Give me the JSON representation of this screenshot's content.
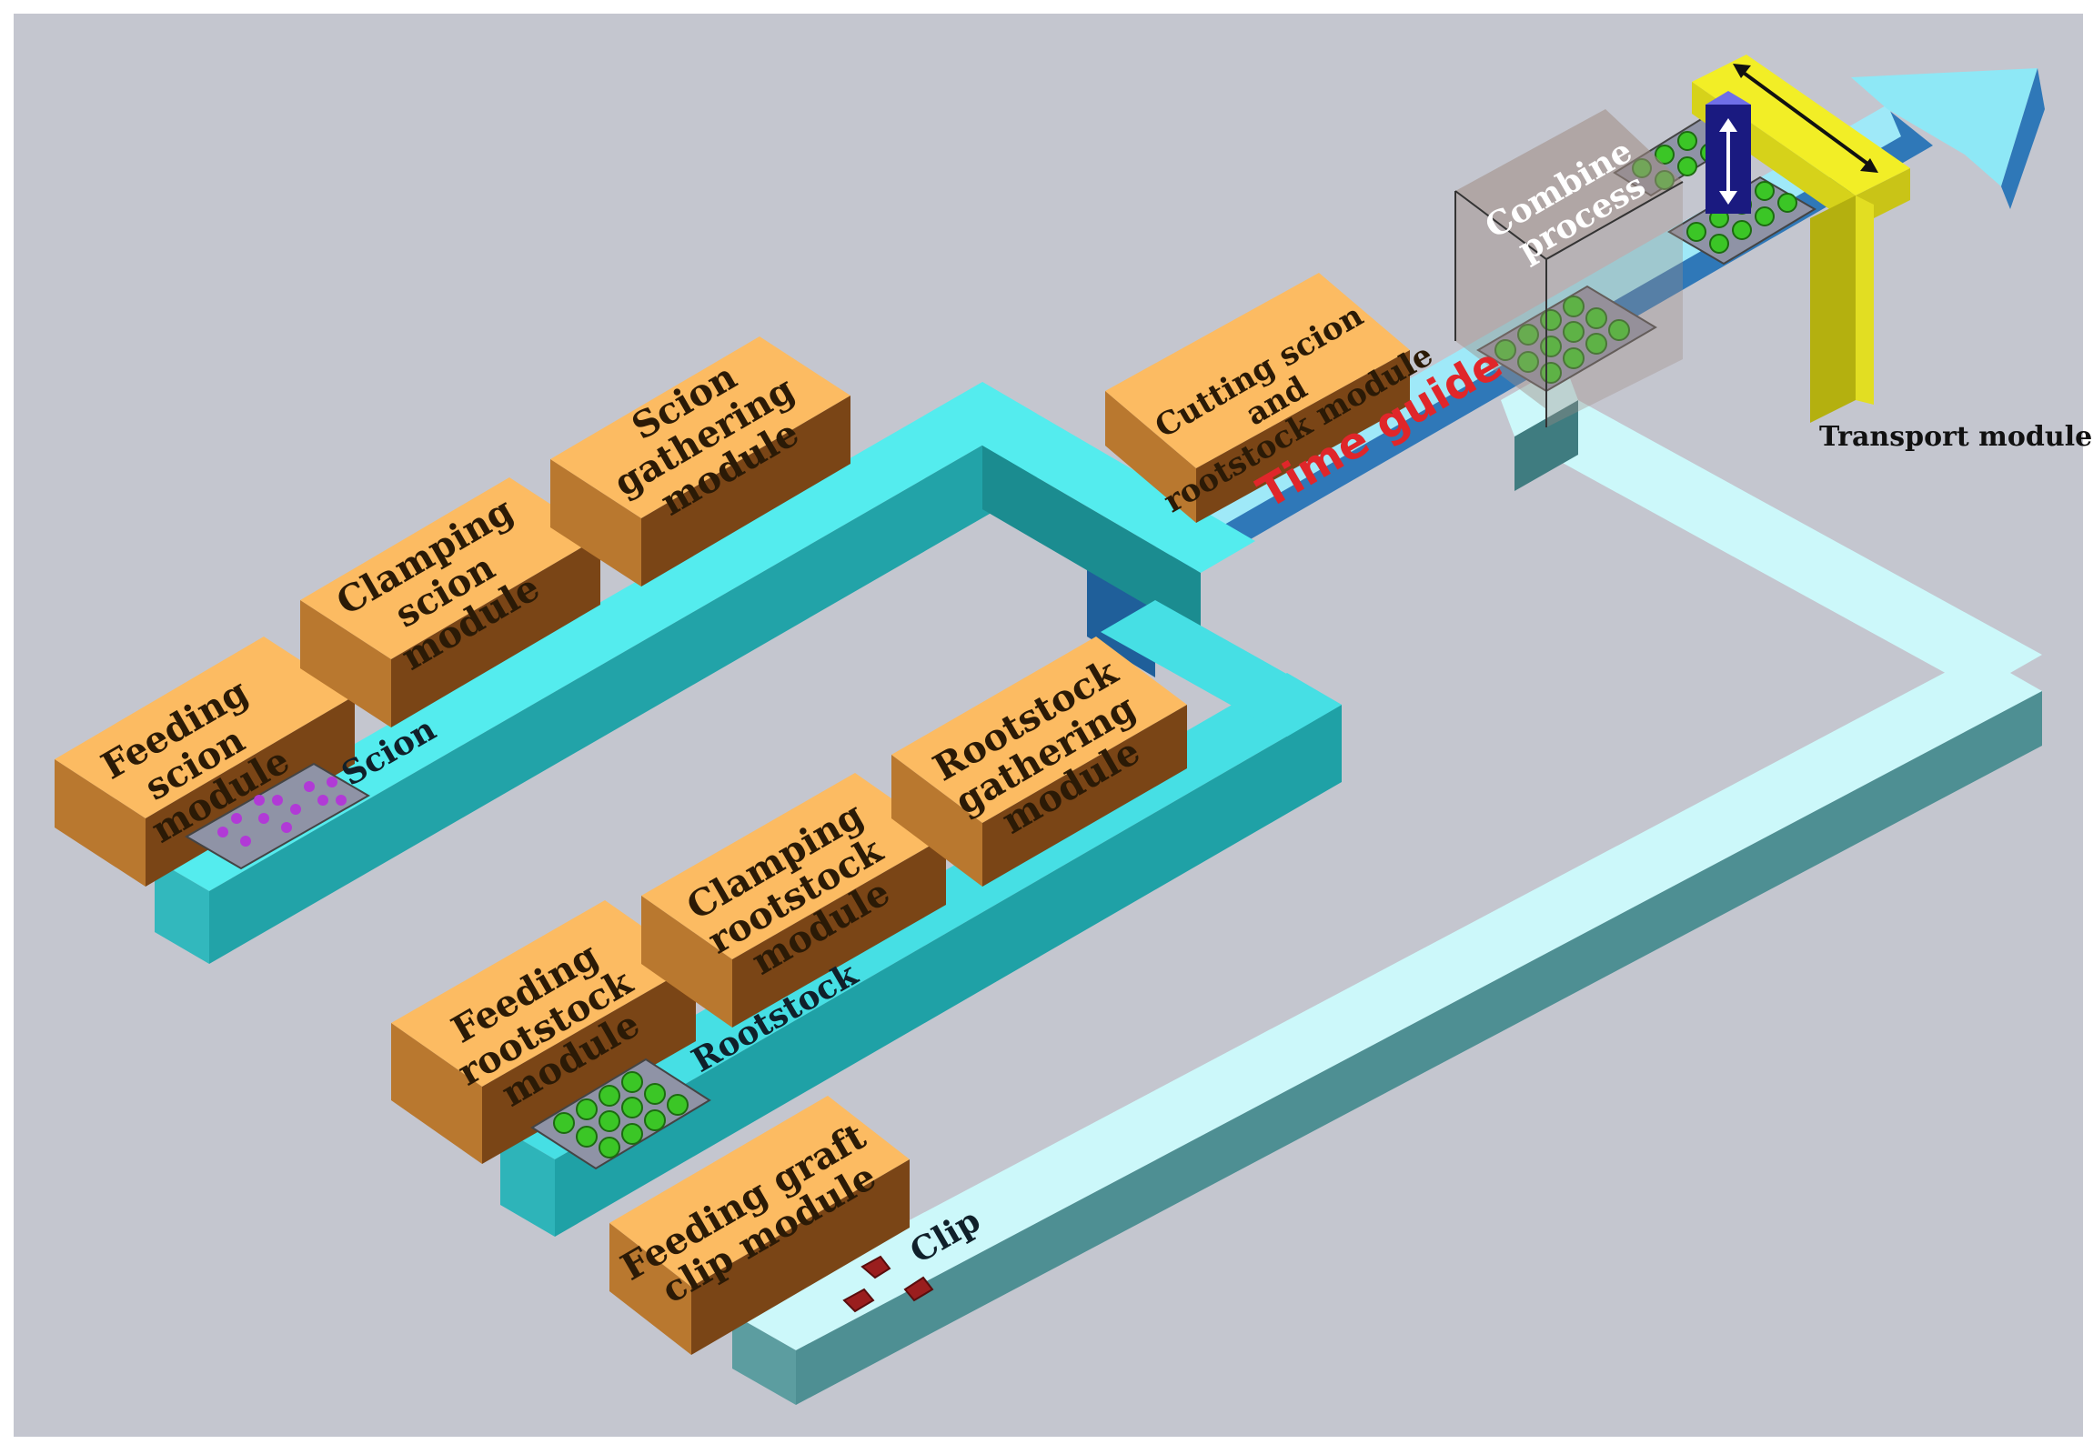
{
  "modules": {
    "feeding_scion": [
      "Feeding",
      "scion",
      "module"
    ],
    "clamping_scion": [
      "Clamping",
      "scion",
      "module"
    ],
    "scion_gathering": [
      "Scion",
      "gathering",
      "module"
    ],
    "cutting": [
      "Cutting scion",
      "and",
      "rootstock module"
    ],
    "feeding_rootstock": [
      "Feeding",
      "rootstock",
      "module"
    ],
    "clamping_rootstock": [
      "Clamping",
      "rootstock",
      "module"
    ],
    "rootstock_gathering": [
      "Rootstock",
      "gathering",
      "module"
    ],
    "feeding_clip": [
      "Feeding  graft",
      "clip module"
    ]
  },
  "tracks": {
    "scion": "Scion",
    "rootstock": "Rootstock",
    "clip": "Clip"
  },
  "time_guide": "Time guide",
  "combine_process": [
    "Combine",
    "process"
  ],
  "transport_module": "Transport module",
  "colors": {
    "background": "#c4c6cf",
    "module_top": "#fcbb62",
    "module_front": "#b9782f",
    "module_side": "#7a4516",
    "scion_track": "#54ecee",
    "rootstock_track": "#46dfe4",
    "clip_track": "#ccf8fa",
    "time_arrow_top": "#8ee8f6",
    "time_arrow_side": "#2f78b8",
    "transport_arm": "#f2ee26",
    "time_guide_text": "#e0262a"
  }
}
